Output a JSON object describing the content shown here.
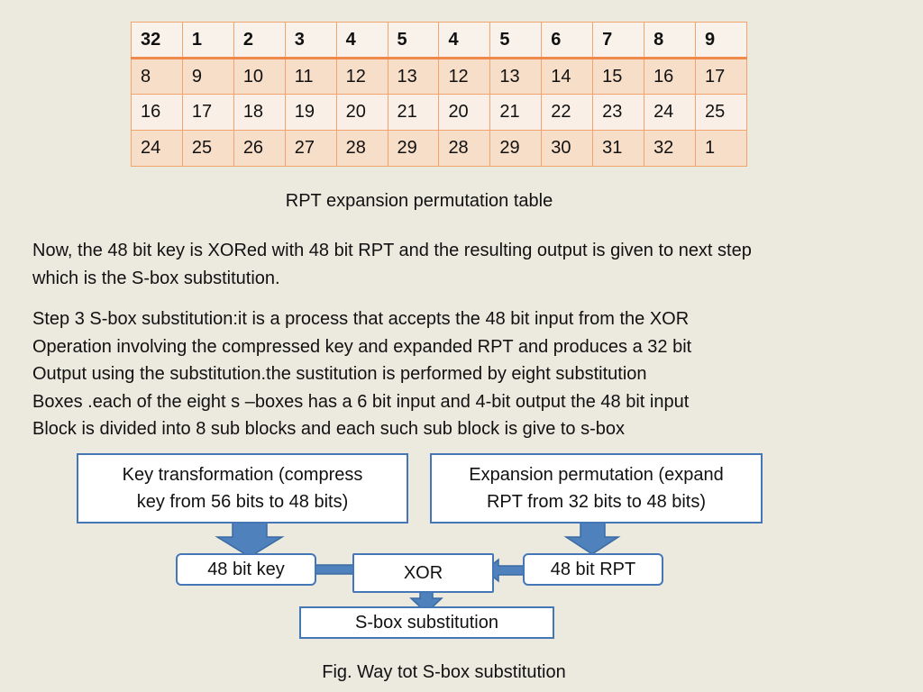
{
  "table": {
    "header": [
      "32",
      "1",
      "2",
      "3",
      "4",
      "5",
      "4",
      "5",
      "6",
      "7",
      "8",
      "9"
    ],
    "rows": [
      [
        "8",
        "9",
        "10",
        "11",
        "12",
        "13",
        "12",
        "13",
        "14",
        "15",
        "16",
        "17"
      ],
      [
        "16",
        "17",
        "18",
        "19",
        "20",
        "21",
        "20",
        "21",
        "22",
        "23",
        "24",
        "25"
      ],
      [
        "24",
        "25",
        "26",
        "27",
        "28",
        "29",
        "28",
        "29",
        "30",
        "31",
        "32",
        "1"
      ]
    ],
    "caption": "RPT expansion permutation table"
  },
  "paragraphs": {
    "p1_line1": "Now, the 48 bit key is XORed with 48 bit RPT and the resulting output is given to next step",
    "p1_line2": "which is the S-box substitution.",
    "p2_line1": "Step 3 S-box substitution:it is a process that accepts the 48 bit input from the XOR",
    "p2_line2": "Operation involving the compressed key and expanded RPT and produces a 32 bit",
    "p2_line3": "Output using the substitution.the sustitution is performed by eight substitution",
    "p2_line4": "Boxes .each of the eight s –boxes has a 6 bit input and 4-bit output the 48 bit input",
    "p2_line5": "Block is divided into 8 sub blocks and each such sub block is give to s-box"
  },
  "diagram": {
    "key_transform_line1": "Key transformation (compress",
    "key_transform_line2": "key from 56 bits to 48 bits)",
    "expansion_line1": "Expansion permutation (expand",
    "expansion_line2": "RPT from 32 bits to 48 bits)",
    "key_48": "48 bit key",
    "xor": "XOR",
    "rpt_48": "48 bit RPT",
    "sbox": "S-box substitution",
    "caption": "Fig. Way tot S-box substitution",
    "colors": {
      "box_border": "#4577b7",
      "arrow_fill": "#4f81bd",
      "arrow_stroke": "#3a6aa3"
    }
  },
  "colors": {
    "background": "#ece9df",
    "table_border": "#f3a36c",
    "table_header_rule": "#f08a4b",
    "table_row_band": "#f6dec9",
    "table_row_light": "#f9efe6"
  }
}
